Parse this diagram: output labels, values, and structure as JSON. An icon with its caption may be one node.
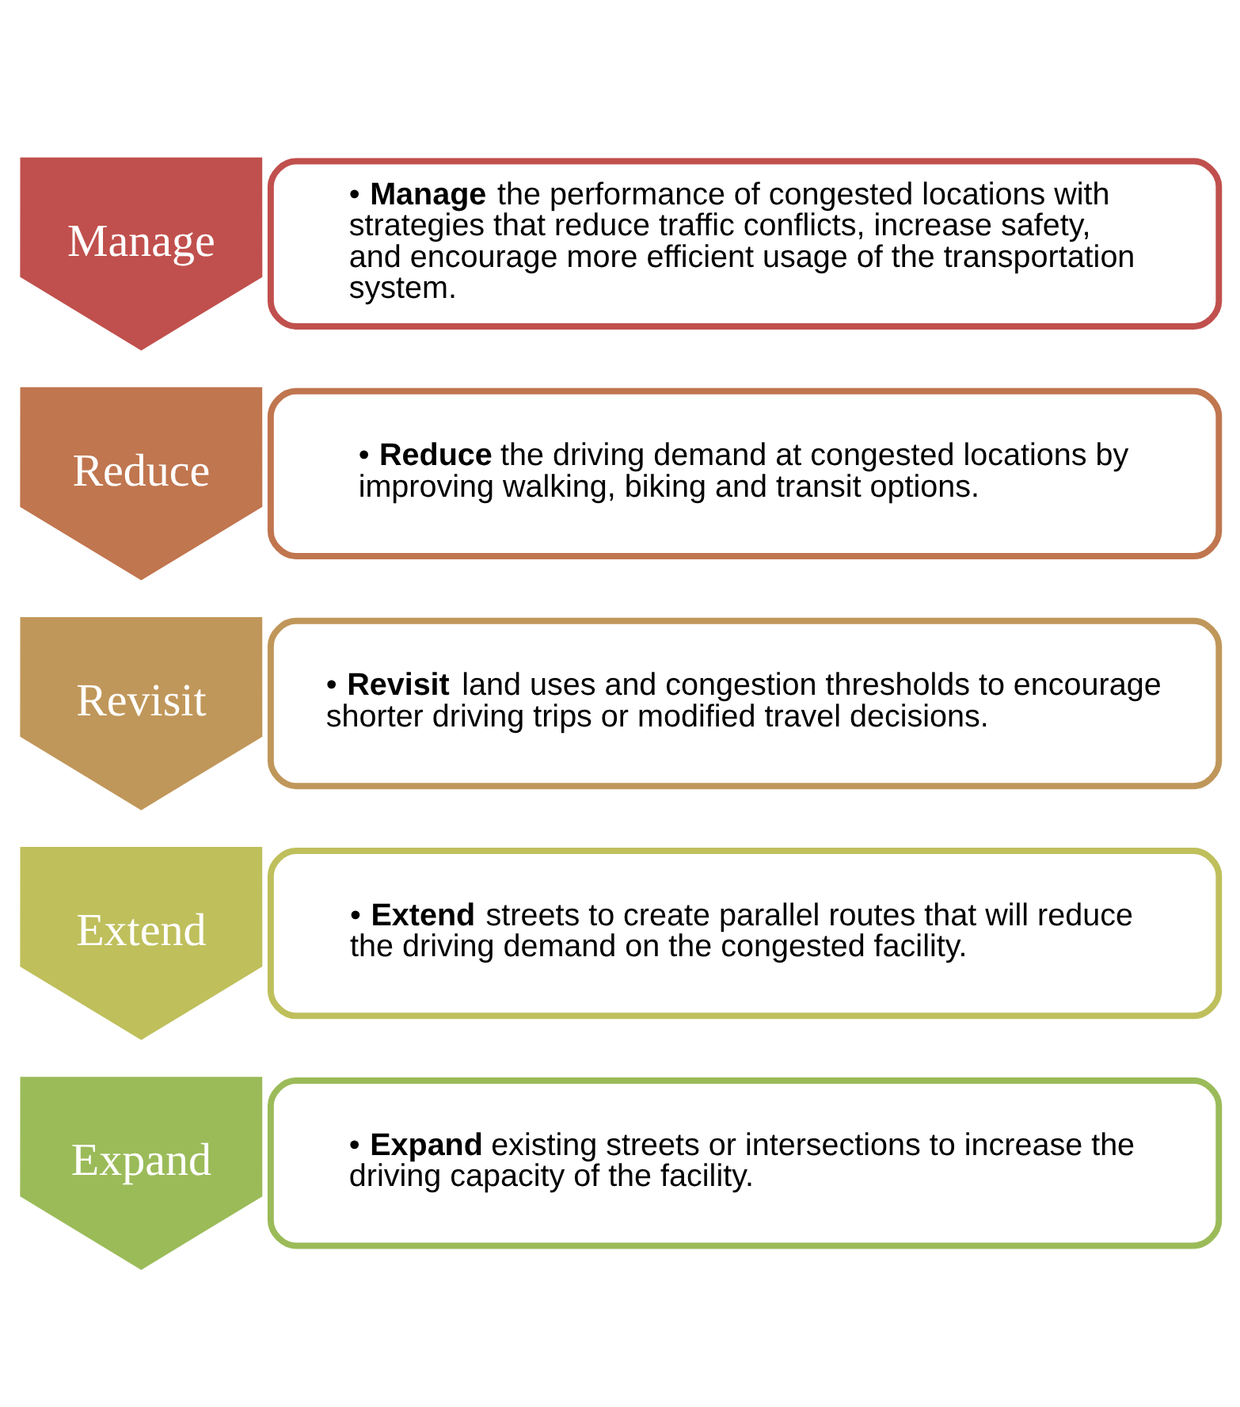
{
  "diagram": {
    "nodes": [
      {
        "text": [
          "Manage"
        ]
      },
      {
        "text": [
          "• **Manage** the performance of congested locations with strategies that reduce traffic conflicts, increase safety, and encourage more efficient usage of the transportation system."
        ]
      },
      {
        "text": [
          "Reduce"
        ]
      },
      {
        "text": [
          "• **Reduce** the driving demand at congested locations by improving walking, biking and transit options."
        ]
      },
      {
        "text": [
          "Revisit"
        ]
      },
      {
        "text": [
          "• **Revisit** land uses and congestion thresholds to encourage shorter driving trips or modified travel decisions."
        ]
      },
      {
        "text": [
          "Extend"
        ]
      },
      {
        "text": [
          "• **Extend** streets to create parallel routes that will reduce the driving demand on the congested facility."
        ]
      },
      {
        "text": [
          "Expand"
        ]
      },
      {
        "text": [
          "• **Expand** existing streets or intersections to increase the driving capacity of the facility."
        ]
      }
    ]
  }
}
